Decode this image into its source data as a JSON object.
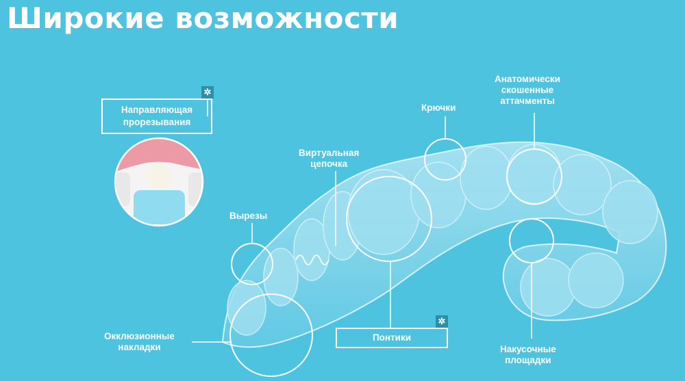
{
  "title": "Широкие возможности",
  "labels": {
    "guide_line1": "Направляющая",
    "guide_line2": "прорезывания",
    "hooks": "Крючки",
    "attach_line1": "Анатомически",
    "attach_line2": "скошенные",
    "attach_line3": "аттачменты",
    "chain_line1": "Виртуальная",
    "chain_line2": "цепочка",
    "cutouts": "Вырезы",
    "occl_line1": "Окклюзионные",
    "occl_line2": "накладки",
    "pontics": "Понтики",
    "bite_line1": "Накусочные",
    "bite_line2": "площадки"
  },
  "icons": {
    "badge": "snowflake-icon"
  },
  "colors": {
    "background": "#4dc3e0",
    "text": "#ffffff",
    "badge": "#2a8fa8"
  }
}
